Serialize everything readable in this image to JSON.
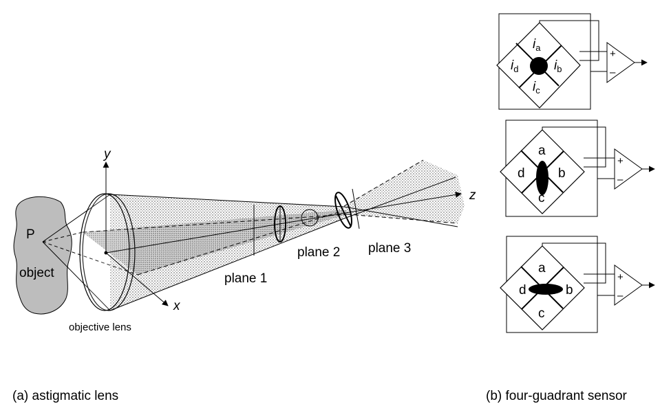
{
  "lens_diagram": {
    "axis_y": "y",
    "axis_x": "x",
    "axis_z": "z",
    "point_label": "P",
    "object_label": "object",
    "lens_label": "objective lens",
    "plane1": "plane 1",
    "plane2": "plane 2",
    "plane3": "plane 3"
  },
  "sensors": {
    "focused": {
      "top": "i",
      "top_sub": "a",
      "left": "i",
      "left_sub": "d",
      "right": "i",
      "right_sub": "b",
      "bottom": "i",
      "bottom_sub": "c"
    },
    "vertical": {
      "top": "a",
      "left": "d",
      "right": "b",
      "bottom": "c"
    },
    "horizontal": {
      "top": "a",
      "left": "d",
      "right": "b",
      "bottom": "c"
    },
    "amp_plus": "+",
    "amp_minus": "–"
  },
  "captions": {
    "left": "(a) astigmatic lens",
    "right": "(b) four-guadrant sensor"
  }
}
